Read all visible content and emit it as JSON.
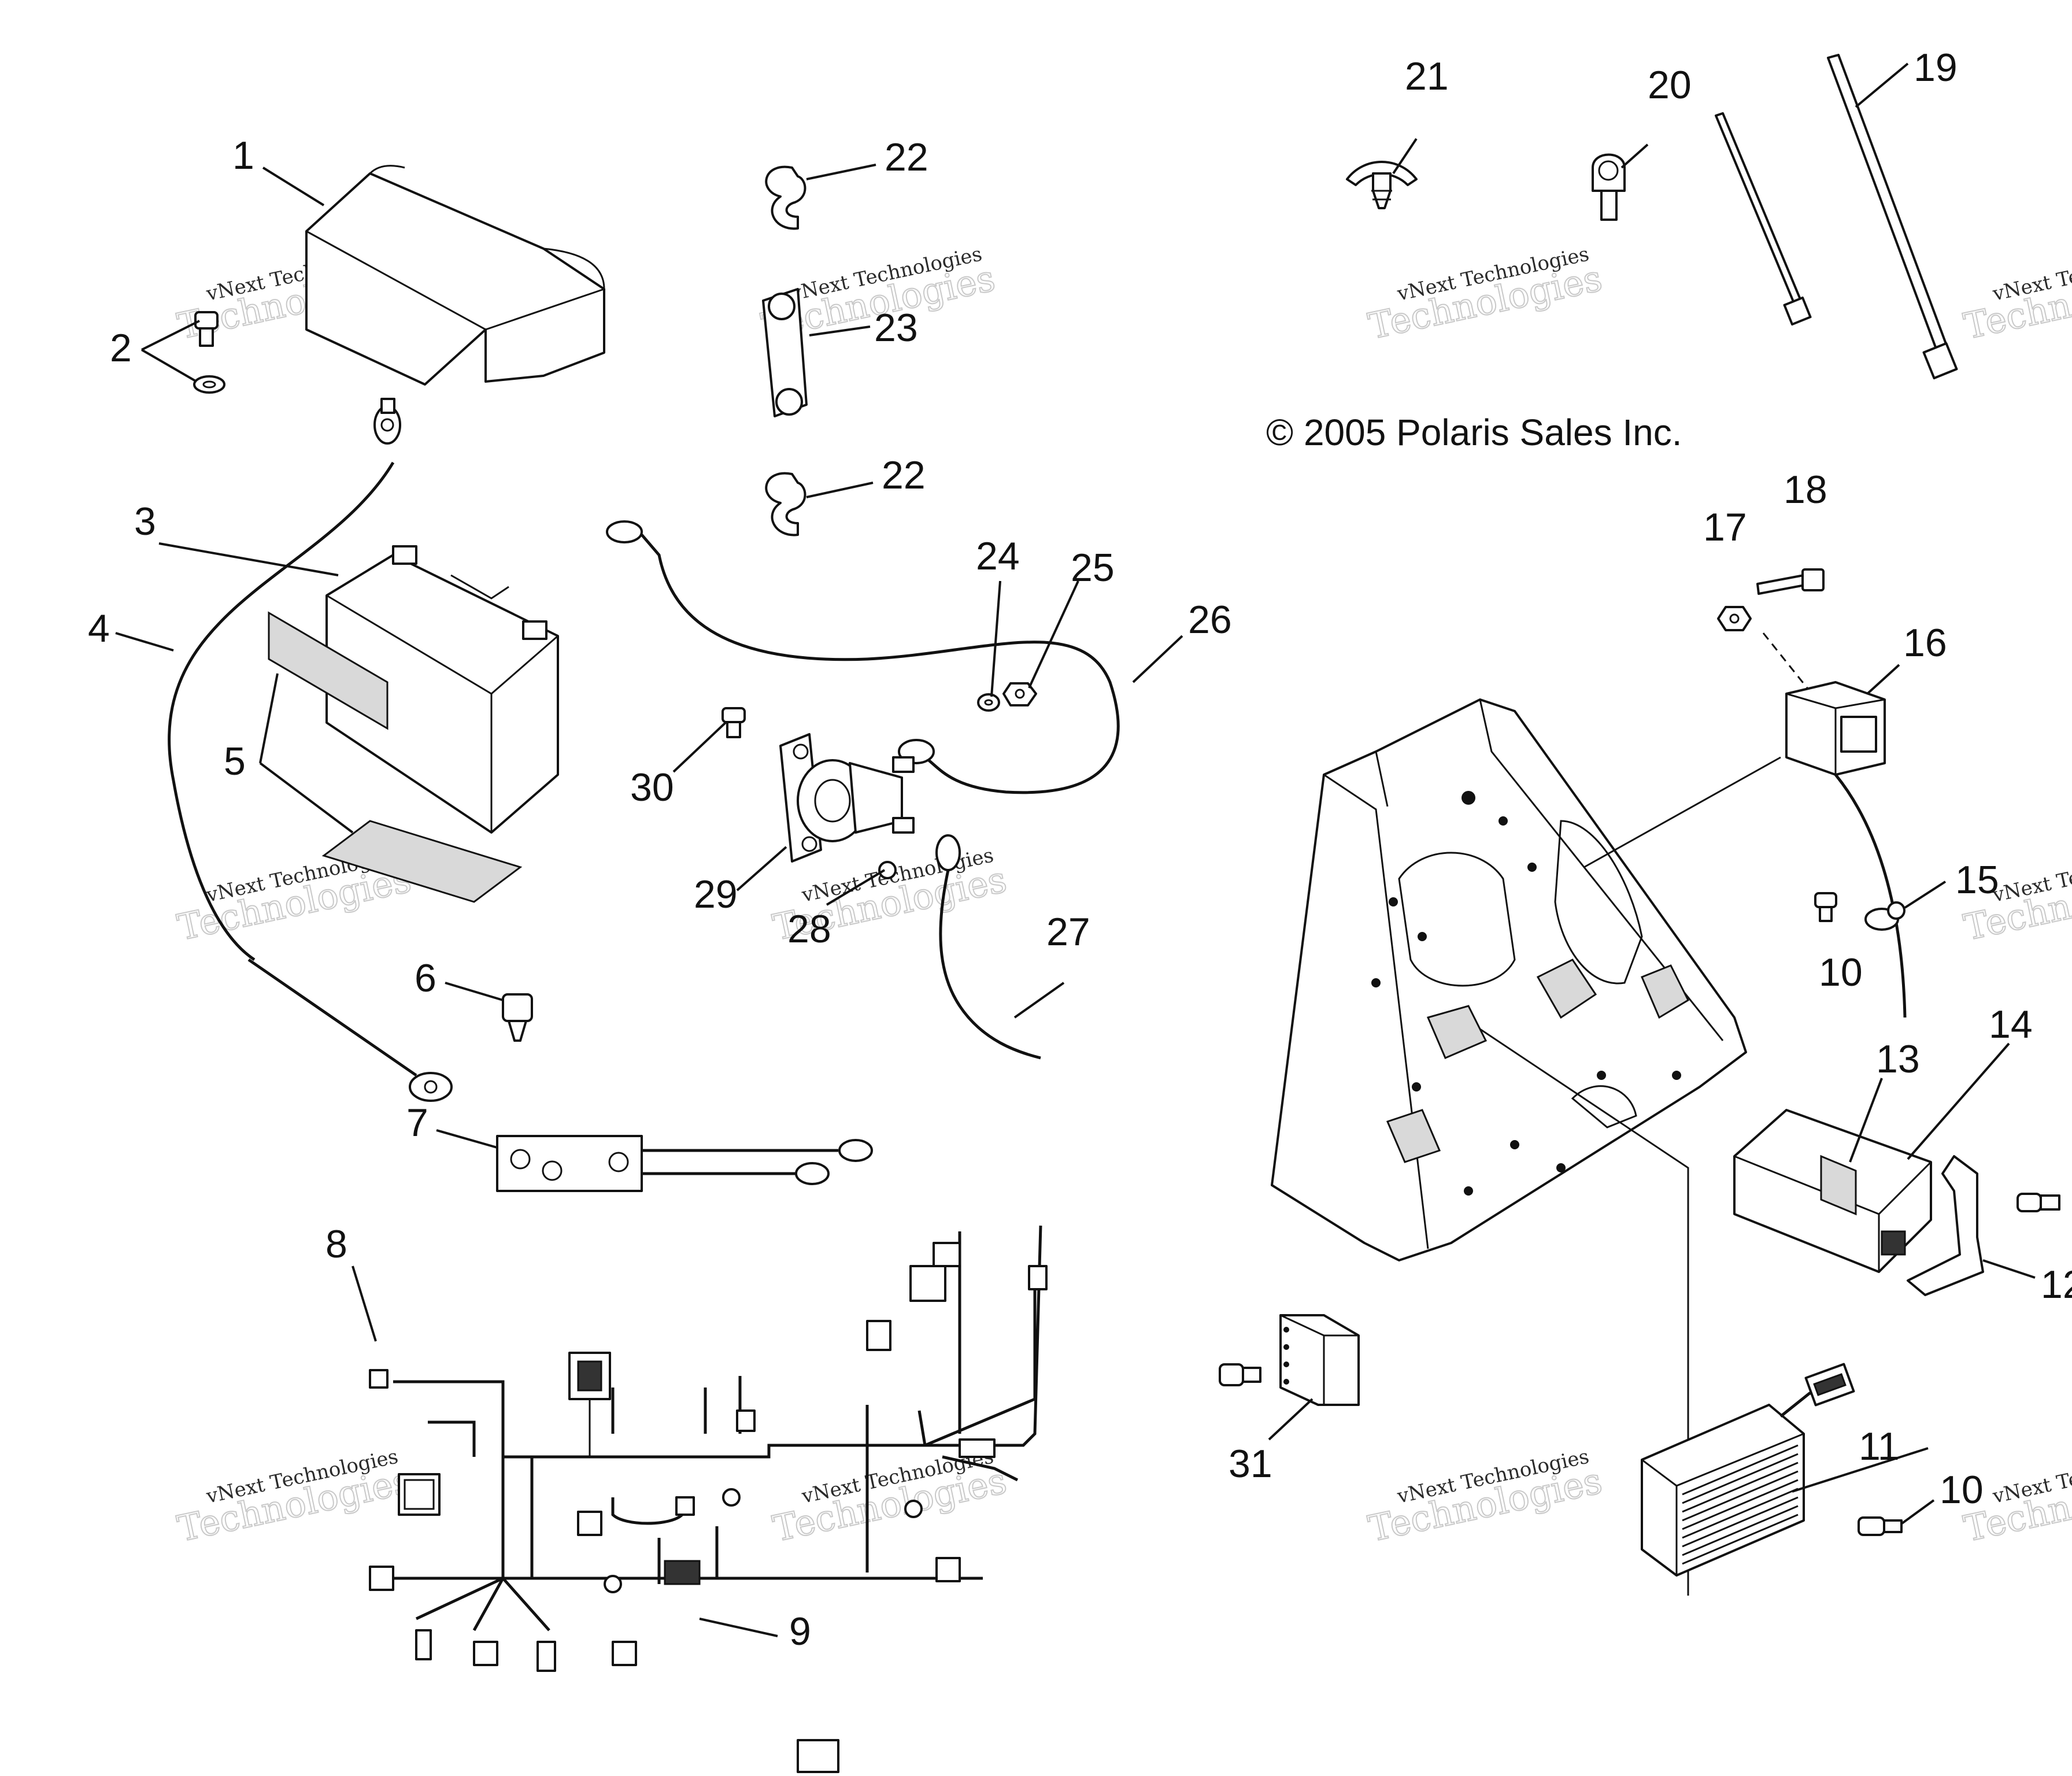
{
  "copyright": "© 2005 Polaris Sales Inc.",
  "watermark": {
    "line1": "vNext Technologies",
    "line2": "Technologies"
  },
  "callouts": {
    "c1": "1",
    "c2": "2",
    "c3": "3",
    "c4": "4",
    "c5": "5",
    "c6": "6",
    "c7": "7",
    "c8": "8",
    "c9": "9",
    "c10a": "10",
    "c10b": "10",
    "c11": "11",
    "c12": "12",
    "c13": "13",
    "c14": "14",
    "c15": "15",
    "c16": "16",
    "c17": "17",
    "c18": "18",
    "c19": "19",
    "c20": "20",
    "c21": "21",
    "c22a": "22",
    "c22b": "22",
    "c23": "23",
    "c24": "24",
    "c25": "25",
    "c26": "26",
    "c27": "27",
    "c28": "28",
    "c29": "29",
    "c30": "30",
    "c31": "31"
  }
}
